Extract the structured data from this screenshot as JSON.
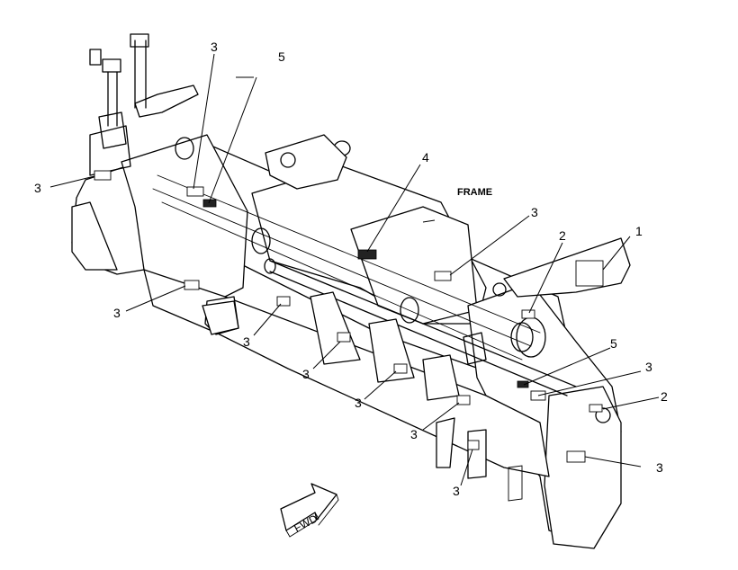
{
  "frame_label": "FRAME",
  "fwd_label": "FWD",
  "callouts": [
    {
      "id": "c1",
      "text": "1"
    },
    {
      "id": "c2a",
      "text": "2"
    },
    {
      "id": "c2b",
      "text": "2"
    },
    {
      "id": "c3a",
      "text": "3"
    },
    {
      "id": "c3b",
      "text": "3"
    },
    {
      "id": "c3c",
      "text": "3"
    },
    {
      "id": "c3d",
      "text": "3"
    },
    {
      "id": "c3e",
      "text": "3"
    },
    {
      "id": "c3f",
      "text": "3"
    },
    {
      "id": "c3g",
      "text": "3"
    },
    {
      "id": "c3h",
      "text": "3"
    },
    {
      "id": "c3i",
      "text": "3"
    },
    {
      "id": "c3j",
      "text": "3"
    },
    {
      "id": "c3k",
      "text": "3"
    },
    {
      "id": "c3l",
      "text": "3"
    },
    {
      "id": "c4",
      "text": "4"
    },
    {
      "id": "c5a",
      "text": "5"
    },
    {
      "id": "c5b",
      "text": "5"
    }
  ]
}
